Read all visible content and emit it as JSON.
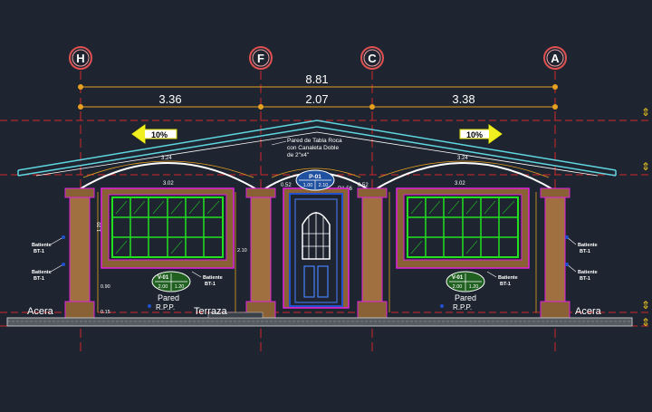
{
  "colors": {
    "background": "#1e2530",
    "grid_line": "#d0282a",
    "dimension": "#e8a020",
    "roof": "#5fd6e0",
    "arch": "#ffffff",
    "column": "#a07040",
    "magenta": "#e020e0",
    "window_grid": "#20e020",
    "door": "#2050d0",
    "annotation": "#ffffff",
    "ground": "#c0c0c0"
  },
  "grid_axes": [
    {
      "label": "H"
    },
    {
      "label": "F"
    },
    {
      "label": "C"
    },
    {
      "label": "A"
    }
  ],
  "dimensions": {
    "overall": "8.81",
    "spans": [
      "3.36",
      "2.07",
      "3.38"
    ]
  },
  "slopes": {
    "left": "10%",
    "right": "10%"
  },
  "labels": {
    "roof_note_line1": "Pared de Tabla Roca",
    "roof_note_line2": "con Canaleta Doble",
    "roof_note_line3": "de 2\"x4\"",
    "sidewalk_left": "Acera",
    "sidewalk_right": "Acera",
    "terrace": "Terraza",
    "wall_left_1": "Pared",
    "wall_left_2": "R.P.P.",
    "wall_right_1": "Pared",
    "wall_right_2": "R.P.P.",
    "batiente_1": "Batiente",
    "batiente_1_code": "BT-1",
    "batiente_2": "Batiente",
    "batiente_2_code": "BT-1",
    "batiente_3": "Batiente",
    "batiente_3_code": "BT-1",
    "batiente_4": "Batiente",
    "batiente_4_code": "BT-1",
    "batiente_5": "Batiente",
    "batiente_5_code": "BT-1",
    "batiente_6": "Batiente",
    "batiente_6_code": "BT-1",
    "win_tag_left_a": "V-01",
    "win_tag_left_b": "2.00",
    "win_tag_left_c": "1.20",
    "win_tag_right_a": "V-01",
    "win_tag_right_b": "2.00",
    "win_tag_right_c": "1.20",
    "door_tag_a": "P-01",
    "door_tag_b": "1.00",
    "door_tag_c": "2.10",
    "arch_dim_left": "3.24",
    "arch_dim_right": "3.24",
    "arch_dim_center": "R1.56",
    "win_width_left": "3.02",
    "win_width_right": "3.02",
    "col_small_left": "0.52",
    "col_small_right": "0.52",
    "height_win_top": "1.20",
    "height_win_sill": "0.90",
    "height_col": "2.10",
    "height_base": "0.15"
  }
}
